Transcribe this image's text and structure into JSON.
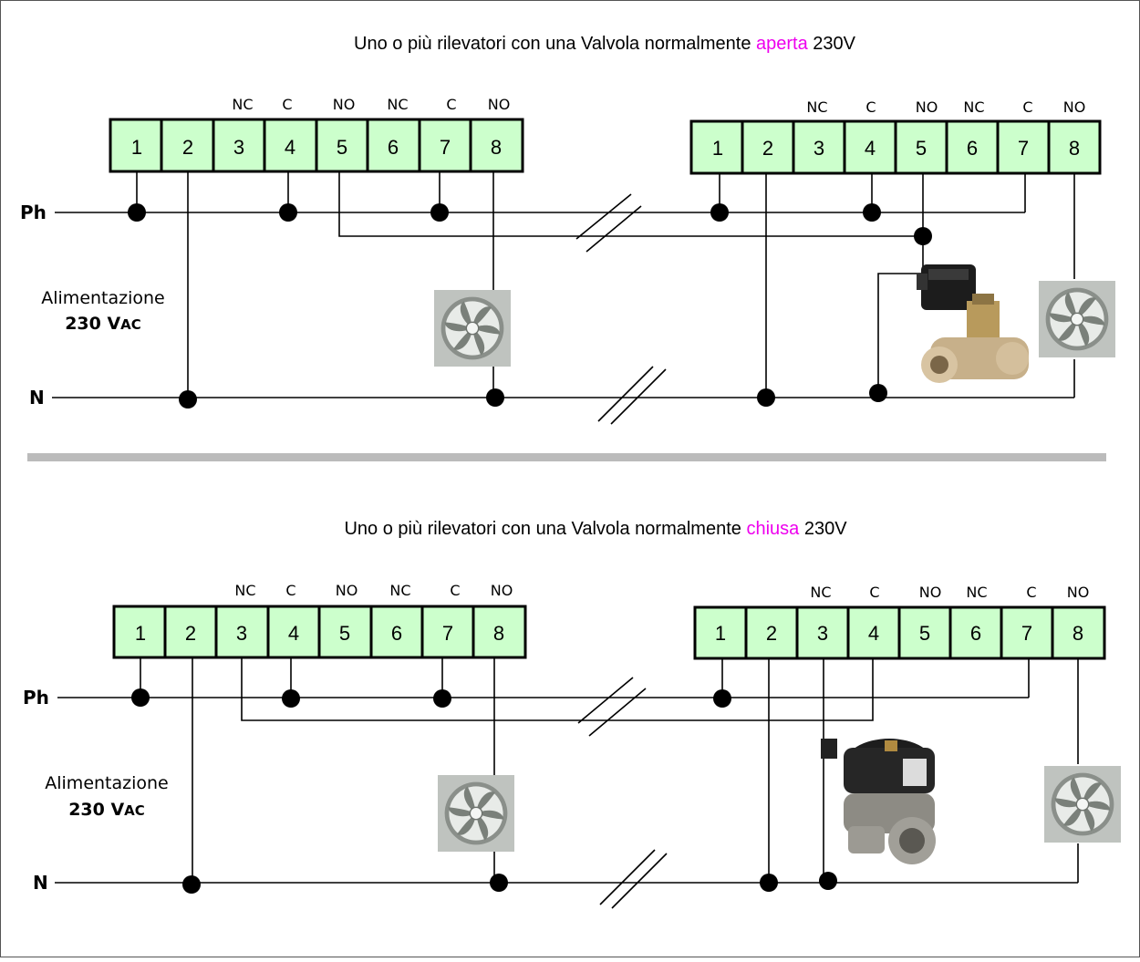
{
  "diagrams": [
    {
      "title_prefix": "Uno o più rilevatori con una Valvola normalmente ",
      "title_highlight": "aperta",
      "title_suffix": " 230V",
      "relay_labels": [
        "NC",
        "C",
        "NO",
        "NC",
        "C",
        "NO"
      ],
      "terminal_numbers": [
        "1",
        "2",
        "3",
        "4",
        "5",
        "6",
        "7",
        "8"
      ],
      "rail_phase": "Ph",
      "rail_neutral": "N",
      "supply_label": "Alimentazione",
      "supply_voltage_main": "230 V",
      "supply_voltage_unit": "AC"
    },
    {
      "title_prefix": "Uno o più rilevatori con una Valvola normalmente ",
      "title_highlight": "chiusa",
      "title_suffix": " 230V",
      "relay_labels": [
        "NC",
        "C",
        "NO",
        "NC",
        "C",
        "NO"
      ],
      "terminal_numbers": [
        "1",
        "2",
        "3",
        "4",
        "5",
        "6",
        "7",
        "8"
      ],
      "rail_phase": "Ph",
      "rail_neutral": "N",
      "supply_label": "Alimentazione",
      "supply_voltage_main": "230 V",
      "supply_voltage_unit": "AC"
    }
  ],
  "colors": {
    "highlight": "#ee00ee",
    "terminal_fill": "#ccffcc",
    "divider": "#bbbbbb",
    "wire": "#000000"
  },
  "icons": [
    "fan-icon",
    "solenoid-valve-icon"
  ]
}
